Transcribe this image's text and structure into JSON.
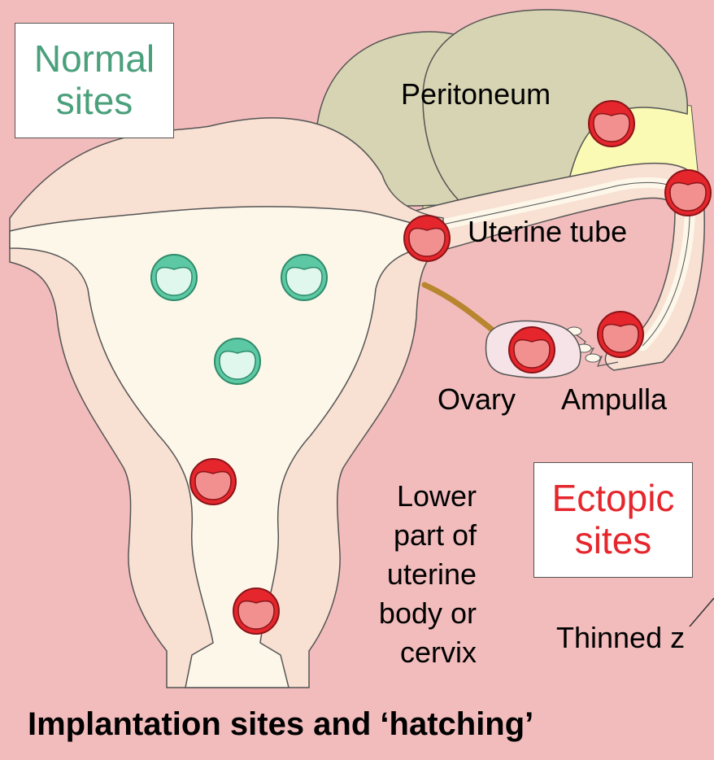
{
  "normal_box": {
    "line1": "Normal",
    "line2": "sites",
    "color": "#4ba07c"
  },
  "ectopic_box": {
    "line1": "Ectopic",
    "line2": "sites",
    "color": "#e5262c"
  },
  "labels": {
    "peritoneum": "Peritoneum",
    "uterine_tube": "Uterine tube",
    "ovary": "Ovary",
    "ampulla": "Ampulla",
    "lower_part": [
      "Lower",
      "part of",
      "uterine",
      "body or",
      "cervix"
    ],
    "thinned": "Thinned z"
  },
  "title": "Implantation sites and ‘hatching’",
  "colors": {
    "background": "#f2bcbc",
    "uterus_wall": "#f8e0d2",
    "uterus_cavity": "#fdf7ea",
    "peritoneum": "#d6d4b2",
    "fat_yellow": "#fafab4",
    "normal_site_fill": "#5cc8a4",
    "ectopic_site_fill": "#e5262c",
    "ovary": "#f5e3e7",
    "ligament": "#b8862e"
  }
}
